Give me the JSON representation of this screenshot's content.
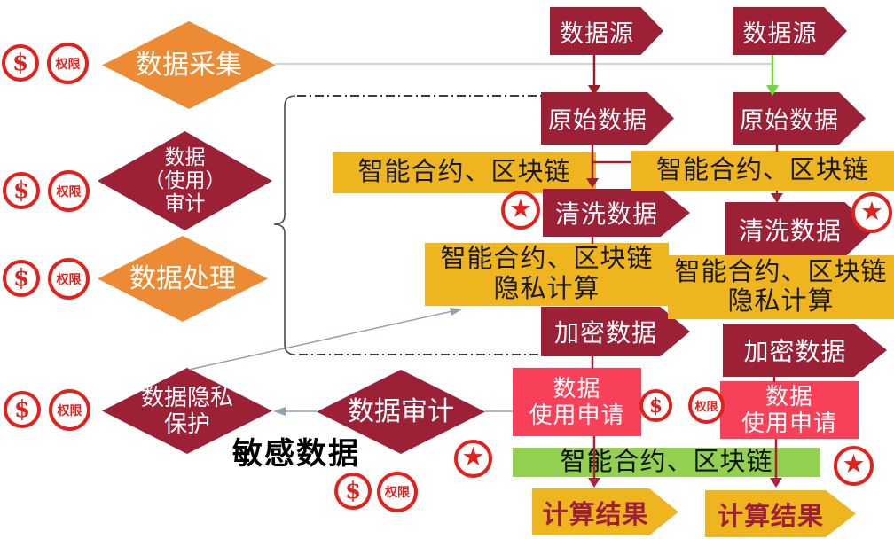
{
  "palette": {
    "maroon": "#9c2137",
    "orange": "#ec8b33",
    "gold": "#efb51e",
    "pink_red": "#f84058",
    "green_bar": "#92d14f",
    "icon_red": "#e3211c",
    "green_arrow": "#6fd63e",
    "gray_line": "#93a1ad"
  },
  "icons": {
    "dollar": "$",
    "permission": "权限",
    "star": "★"
  },
  "diamonds": {
    "collect": {
      "label": "数据采集"
    },
    "usage_audit": {
      "lines": [
        "数据",
        "（使用）",
        "审计"
      ]
    },
    "process": {
      "label": "数据处理"
    },
    "privacy": {
      "lines": [
        "数据隐私",
        "保护"
      ]
    },
    "audit": {
      "label": "数据审计"
    }
  },
  "flow_left": {
    "source": "数据源",
    "raw": "原始数据",
    "contract_top": "智能合约、区块链",
    "cleaned": "清洗数据",
    "contract_mid_lines": [
      "智能合约、区块链",
      "隐私计算"
    ],
    "encrypted": "加密数据",
    "request_lines": [
      "数据",
      "使用申请"
    ],
    "contract_bottom": "智能合约、区块链",
    "result": "计算结果"
  },
  "flow_right": {
    "source": "数据源",
    "raw": "原始数据",
    "contract_top": "智能合约、区块链",
    "cleaned": "清洗数据",
    "contract_mid_lines": [
      "智能合约、区块链",
      "隐私计算"
    ],
    "encrypted": "加密数据",
    "request_lines": [
      "数据",
      "使用申请"
    ],
    "result": "计算结果"
  },
  "labels": {
    "sensitive": "敏感数据"
  }
}
